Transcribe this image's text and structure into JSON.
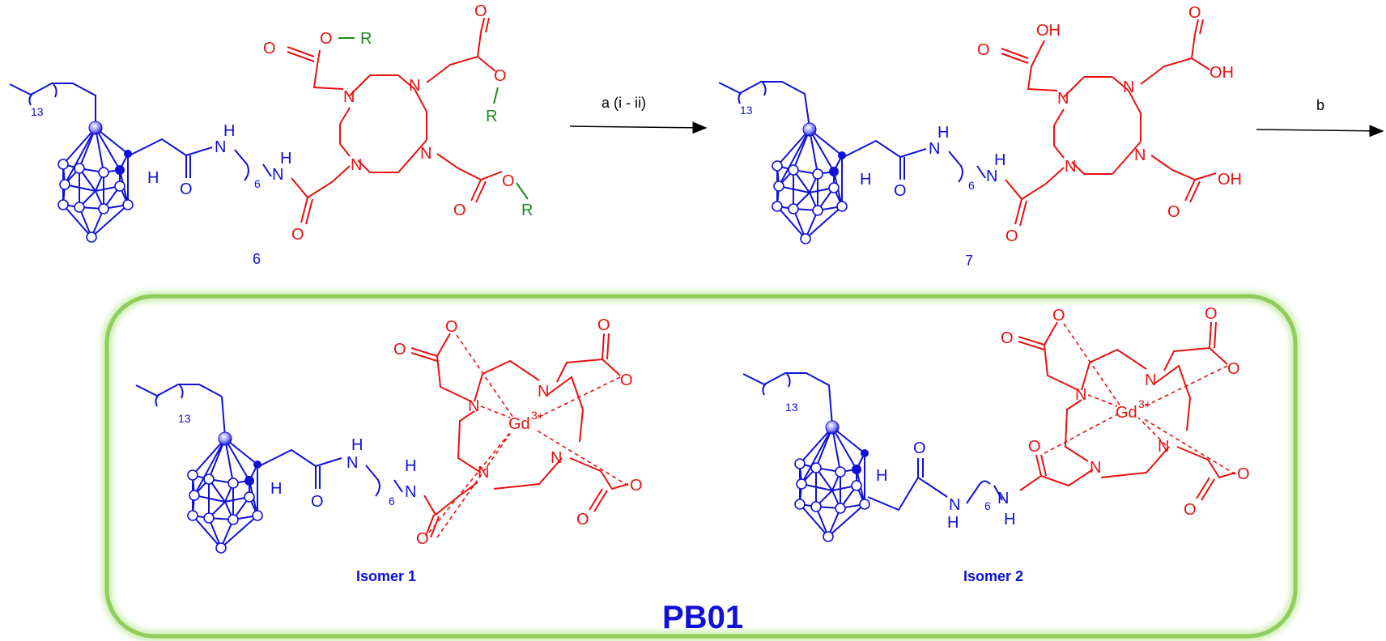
{
  "colors": {
    "carborane": "#1010d8",
    "dota": "#e81010",
    "ester_r": "#1a8a1a",
    "frame": "#8fce5a",
    "title": "#1010d8"
  },
  "reaction": {
    "step_a": "a (i - ii)",
    "step_b": "b"
  },
  "compounds": {
    "c6": {
      "number": "6",
      "chain_sub": "13",
      "linker_sub": "6",
      "r_group": "R",
      "hydrogen": "H"
    },
    "c7": {
      "number": "7",
      "chain_sub": "13",
      "linker_sub": "6",
      "acid": "OH",
      "hydrogen": "H"
    }
  },
  "product": {
    "name": "PB01",
    "isomer1": {
      "label": "Isomer 1",
      "metal": "Gd",
      "charge": "3+",
      "chain_sub": "13",
      "linker_sub": "6"
    },
    "isomer2": {
      "label": "Isomer 2",
      "metal": "Gd",
      "charge": "3+",
      "chain_sub": "13",
      "linker_sub": "6"
    }
  },
  "atoms": {
    "N": "N",
    "O": "O",
    "H": "H"
  }
}
